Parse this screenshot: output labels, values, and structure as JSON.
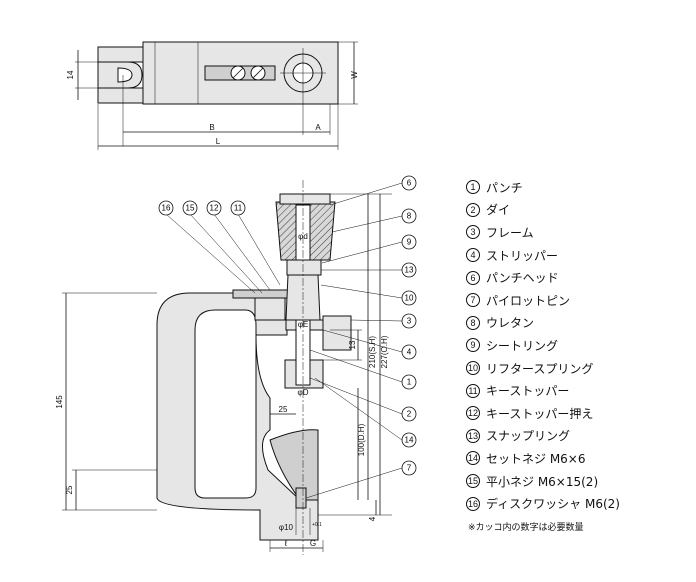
{
  "top_view": {
    "dims": {
      "h14": "14",
      "w": "W",
      "b": "B",
      "a": "A",
      "l": "L"
    }
  },
  "side_view": {
    "dims": {
      "h145": "145",
      "h25": "25",
      "h25b": "25",
      "h13": "13",
      "h210": "210(S.H)",
      "h227": "227(O.H)",
      "h100": "100(D.H)",
      "h4": "4",
      "phi_d": "φd",
      "phi_e": "φE",
      "phi_D": "φD",
      "phi10": "φ10",
      "phi10_tol": "+0.1",
      "ell": "ℓ",
      "g": "G"
    },
    "bubbles": [
      "16",
      "15",
      "12",
      "11",
      "6",
      "8",
      "9",
      "13",
      "10",
      "3",
      "4",
      "1",
      "2",
      "14",
      "7"
    ]
  },
  "legend": {
    "items": [
      {
        "num": "1",
        "label": "パンチ"
      },
      {
        "num": "2",
        "label": "ダイ"
      },
      {
        "num": "3",
        "label": "フレーム"
      },
      {
        "num": "4",
        "label": "ストリッパー"
      },
      {
        "num": "6",
        "label": "パンチヘッド"
      },
      {
        "num": "7",
        "label": "パイロットピン"
      },
      {
        "num": "8",
        "label": "ウレタン"
      },
      {
        "num": "9",
        "label": "シートリング"
      },
      {
        "num": "10",
        "label": "リフタースプリング"
      },
      {
        "num": "11",
        "label": "キーストッパー"
      },
      {
        "num": "12",
        "label": "キーストッパー押え"
      },
      {
        "num": "13",
        "label": "スナップリング"
      },
      {
        "num": "14",
        "label": "セットネジ M6×6"
      },
      {
        "num": "15",
        "label": "平小ネジ M6×15(2)"
      },
      {
        "num": "16",
        "label": "ディスクワッシャ M6(2)"
      }
    ],
    "note": "※カッコ内の数字は必要数量"
  }
}
